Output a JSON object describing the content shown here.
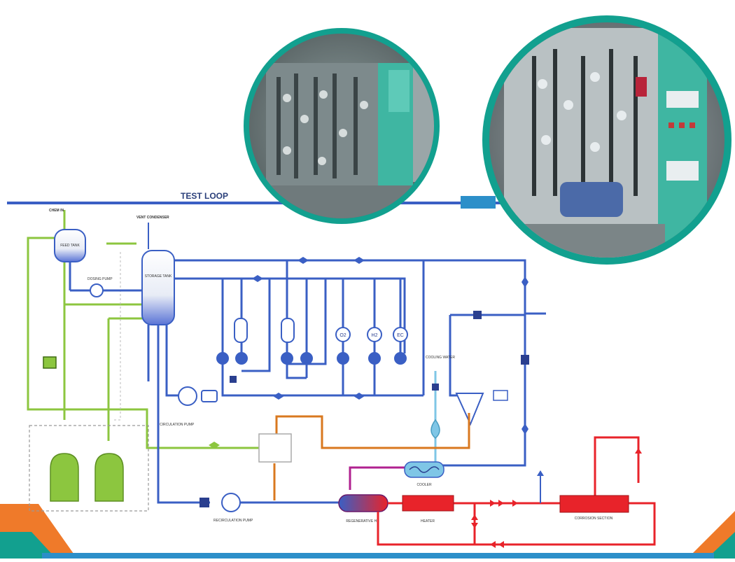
{
  "colors": {
    "loop_blue": "#3a5fc4",
    "water_green": "#8cc63f",
    "hot_red": "#e8232a",
    "orange_line": "#d9781f",
    "light_blue": "#7fc6e6",
    "teal_ring": "#12a08f",
    "cabinet_teal": "#3fb6a2",
    "accent_orange": "#ef7a2a"
  },
  "diagram": {
    "title": "TEST LOOP",
    "labels": {
      "chem_in": "CHEM IN",
      "feed_tank": "FEED TANK",
      "dosing_pump": "DOSING PUMP",
      "vent": "VENT CONDENSER",
      "main_tank": "STORAGE TANK",
      "circulation_pump": "CIRCULATION PUMP",
      "recirc_pump": "RECIRCULATION PUMP",
      "cooling_water": "COOLING WATER",
      "regen": "REGENERATIVE HX",
      "cooler": "COOLER",
      "heater": "HEATER",
      "corrosion": "CORROSION SECTION",
      "cells": [
        "O2",
        "H2",
        "EC"
      ]
    }
  }
}
